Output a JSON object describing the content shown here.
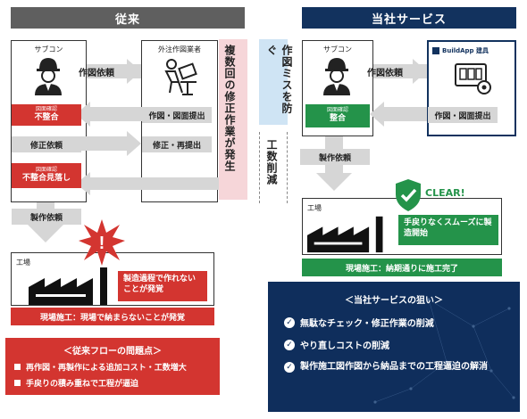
{
  "left": {
    "header": "従来",
    "subcon_label": "サブコン",
    "outsource_label": "外注作図業者",
    "flow1": "作図依頼",
    "flow2": "作図・図面提出",
    "check1_small": "図面確認",
    "check1_main": "不整合",
    "flow3": "修正依頼",
    "flow4": "修正・再提出",
    "check2_small": "図面確認",
    "check2_main": "不整合見落し",
    "flow5": "製作依頼",
    "factory_label": "工場",
    "alert_text": "製造過程で作れないことが発覚",
    "site_bar": "現場施工：現場で納まらないことが発覚",
    "problem_title": "＜従来フローの問題点＞",
    "problems": [
      "再作図・再製作による追加コスト・工数増大",
      "手戻りの積み重ねで工程が逼迫"
    ],
    "vertical_pink": "複数回の修正作業が発生"
  },
  "middle": {
    "vertical_blue": "作図ミスを防ぐ",
    "vertical_white": "工数削減"
  },
  "right": {
    "header": "当社サービス",
    "subcon_label": "サブコン",
    "buildapp_label": "BuildApp 建具",
    "flow1": "作図依頼",
    "flow2": "作図・図面提出",
    "check_small": "図面確認",
    "check_main": "整合",
    "flow3": "製作依頼",
    "factory_label": "工場",
    "clear_text": "CLEAR!",
    "smooth_text": "手戻りなくスムーズに製造開始",
    "site_bar": "現場施工：納期通りに施工完了",
    "aim_title": "＜当社サービスの狙い＞",
    "aims": [
      "無駄なチェック・修正作業の削減",
      "やり直しコストの削減",
      "製作施工図作図から納品までの工程逼迫の解消"
    ]
  },
  "colors": {
    "gray_header": "#5f5f5f",
    "navy": "#12325e",
    "red": "#d33530",
    "green": "#24934a",
    "pink": "#f6d6d9",
    "light_blue": "#cfe4f4"
  },
  "icons": [
    "worker-icon",
    "designer-icon",
    "buildapp-icon",
    "factory-icon",
    "alert-burst-icon",
    "shield-check-icon",
    "check-circle-icon",
    "square-bullet-icon"
  ]
}
